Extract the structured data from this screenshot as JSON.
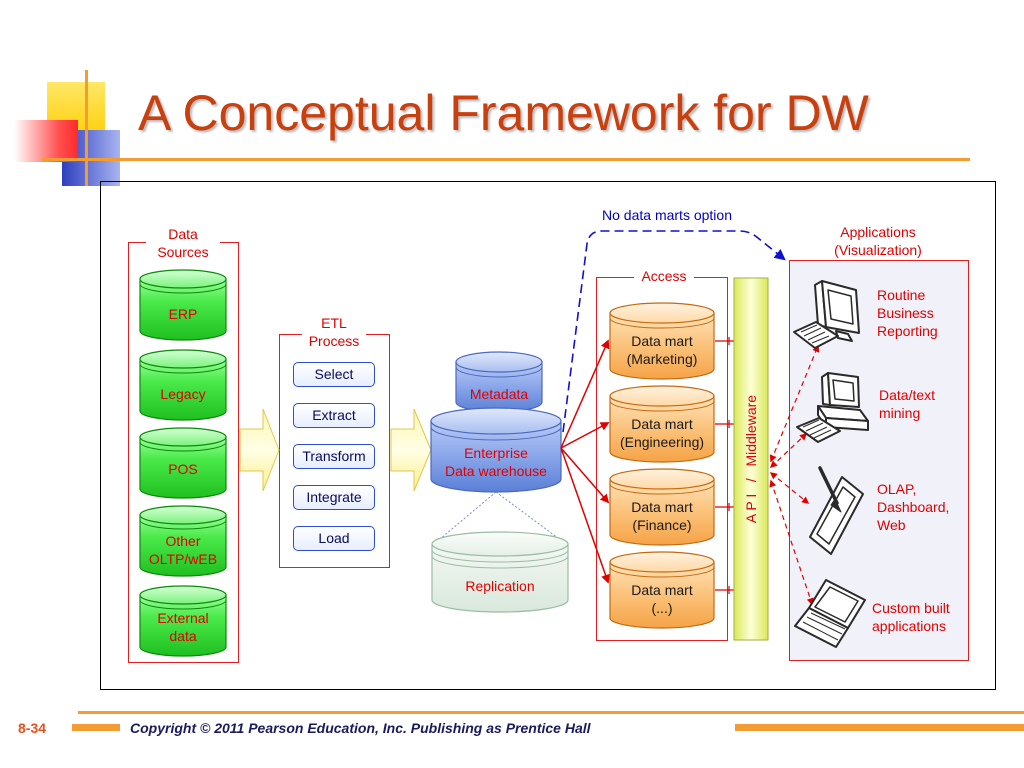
{
  "slide": {
    "title": "A Conceptual Framework for DW",
    "page_number": "8-34",
    "copyright": "Copyright © 2011 Pearson Education, Inc. Publishing as Prentice Hall"
  },
  "diagram": {
    "data_sources": {
      "label": "Data\nSources",
      "items": [
        "ERP",
        "Legacy",
        "POS",
        "Other\nOLTP/wEB",
        "External\ndata"
      ]
    },
    "etl": {
      "label": "ETL\nProcess",
      "steps": [
        "Select",
        "Extract",
        "Transform",
        "Integrate",
        "Load"
      ]
    },
    "warehouse": {
      "metadata": "Metadata",
      "enterprise_dw": "Enterprise\nData warehouse",
      "replication": "Replication"
    },
    "no_data_marts_option": "No data marts option",
    "access": {
      "label": "Access",
      "data_marts": [
        "Data mart\n(Marketing)",
        "Data mart\n(Engineering)",
        "Data mart\n(Finance)",
        "Data mart\n(...)"
      ]
    },
    "middleware": "A P I   /   Middleware",
    "applications": {
      "label": "Applications\n(Visualization)",
      "items": [
        {
          "label": "Routine\nBusiness\nReporting",
          "icon": "crt-monitor-icon"
        },
        {
          "label": "Data/text\nmining",
          "icon": "desktop-computer-icon"
        },
        {
          "label": "OLAP,\nDashboard,\nWeb",
          "icon": "pen-tablet-icon"
        },
        {
          "label": "Custom built\napplications",
          "icon": "laptop-icon"
        }
      ]
    }
  },
  "colors": {
    "title": "#C9400F",
    "labels": "#E00000",
    "no_data_marts_link": "#0000CC",
    "accent_lines": "#F39C34",
    "data_source_cylinders": "#33DD33",
    "warehouse_cylinders": "#7A99E3",
    "data_mart_cylinders": "#F9B264",
    "middleware_bar": "#D9E85A"
  }
}
